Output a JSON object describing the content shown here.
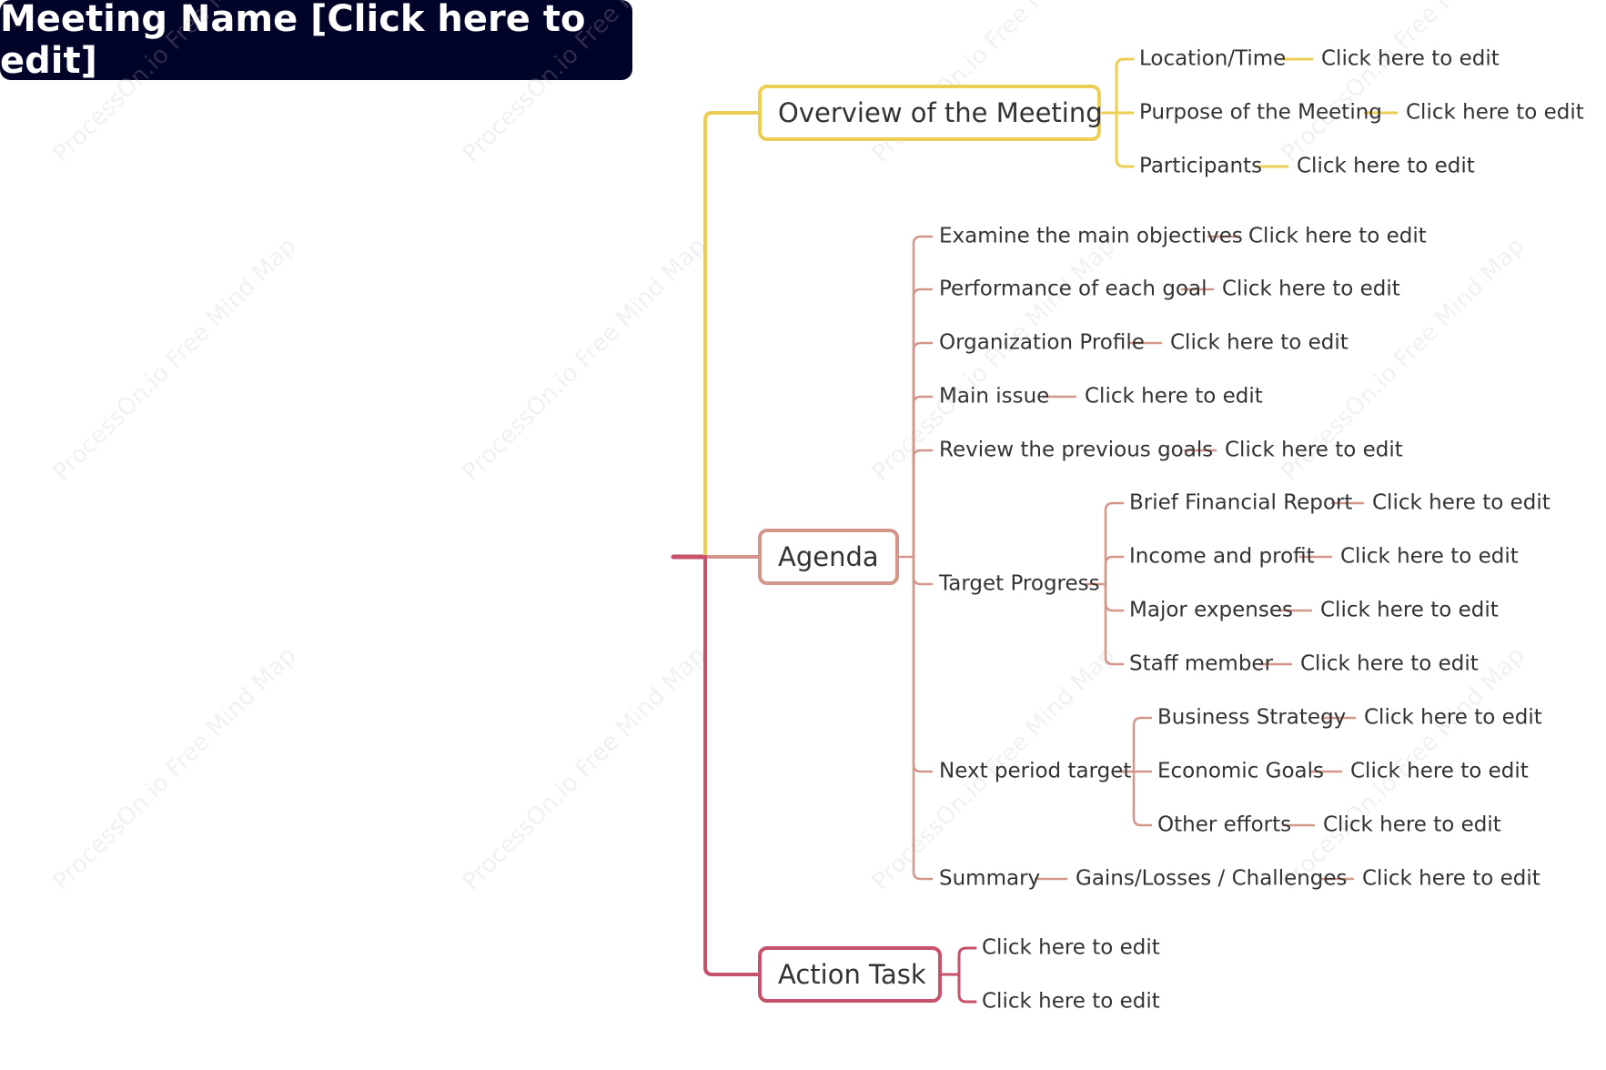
{
  "colors": {
    "root_bg": "#020328",
    "overview": "#eccd55",
    "agenda": "#d2968a",
    "action": "#c6526c"
  },
  "watermark": "ProcessOn.io Free Mind Map",
  "root": {
    "label": "Meeting Name [Click here to edit]"
  },
  "overview": {
    "label": "Overview of the Meeting",
    "items": [
      {
        "label": "Location/Time",
        "value": "Click here to edit"
      },
      {
        "label": "Purpose of the Meeting",
        "value": "Click here to edit"
      },
      {
        "label": "Participants",
        "value": "Click here to edit"
      }
    ]
  },
  "agenda": {
    "label": "Agenda",
    "items": [
      {
        "label": "Examine the main objectives",
        "value": "Click here to edit"
      },
      {
        "label": "Performance of each goal",
        "value": "Click here to edit"
      },
      {
        "label": "Organization Profile",
        "value": "Click here to edit"
      },
      {
        "label": "Main issue",
        "value": "Click here to edit"
      },
      {
        "label": "Review the previous goals",
        "value": "Click here to edit"
      }
    ],
    "target_progress": {
      "label": "Target Progress",
      "items": [
        {
          "label": "Brief Financial Report",
          "value": "Click here to edit"
        },
        {
          "label": "Income and profit",
          "value": "Click here to edit"
        },
        {
          "label": "Major expenses",
          "value": "Click here to edit"
        },
        {
          "label": "Staff member",
          "value": "Click here to edit"
        }
      ]
    },
    "next_period": {
      "label": "Next period target",
      "items": [
        {
          "label": "Business Strategy",
          "value": "Click here to edit"
        },
        {
          "label": "Economic Goals",
          "value": "Click here to edit"
        },
        {
          "label": "Other efforts",
          "value": "Click here to edit"
        }
      ]
    },
    "summary": {
      "label": "Summary",
      "item": {
        "label": "Gains/Losses / Challenges",
        "value": "Click here to edit"
      }
    }
  },
  "action": {
    "label": "Action Task",
    "items": [
      "Click here to edit",
      "Click here to edit"
    ]
  }
}
